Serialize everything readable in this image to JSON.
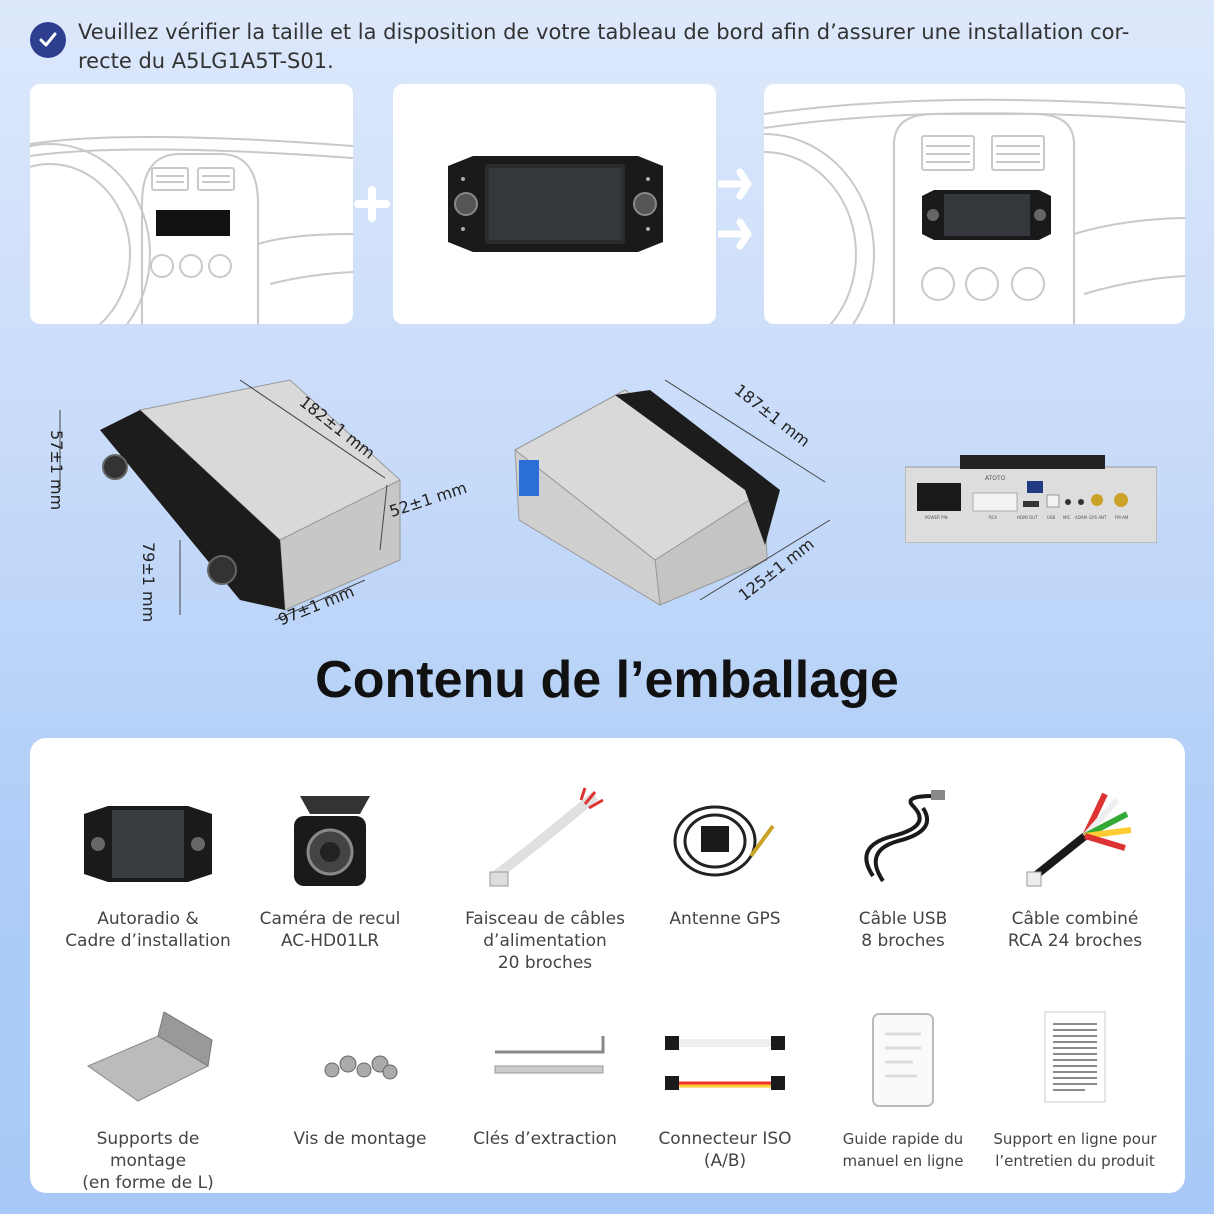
{
  "notice": {
    "line1": "Veuillez vérifier la taille et la disposition de votre tableau de bord afin d’assurer une installation cor-",
    "line2": "recte du A5LG1A5T-S01."
  },
  "dimensions": {
    "front_height": "57±1 mm",
    "length_left": "182±1 mm",
    "depth_right": "52±1 mm",
    "front_lower": "79±1 mm",
    "bottom_width": "97±1 mm",
    "length_right": "187±1 mm",
    "width_right": "125±1 mm"
  },
  "rear_panel": {
    "brand": "ATOTO",
    "ports": [
      "POWER PIN",
      "RCA",
      "HDMI OUT",
      "USB",
      "MIC",
      "ADAM",
      "GPS ANT",
      "FM-AM"
    ]
  },
  "section_title": "Contenu de l’emballage",
  "items": [
    {
      "lines": [
        "Autoradio &",
        "Cadre d’installation"
      ],
      "icon": "radio-icon"
    },
    {
      "lines": [
        "Caméra de recul",
        "AC-HD01LR"
      ],
      "icon": "camera-icon"
    },
    {
      "lines": [
        "Faisceau de câbles",
        "d’alimentation",
        "20 broches"
      ],
      "icon": "harness-icon"
    },
    {
      "lines": [
        "Antenne GPS"
      ],
      "icon": "gps-antenna-icon"
    },
    {
      "lines": [
        "Câble USB",
        "8 broches"
      ],
      "icon": "usb-cable-icon"
    },
    {
      "lines": [
        "Câble combiné",
        "RCA 24 broches"
      ],
      "icon": "rca-cable-icon"
    },
    {
      "lines": [
        "Supports de montage",
        "(en forme de L)"
      ],
      "icon": "bracket-icon"
    },
    {
      "lines": [
        "Vis de montage"
      ],
      "icon": "screws-icon"
    },
    {
      "lines": [
        "Clés d’extraction"
      ],
      "icon": "keys-icon"
    },
    {
      "lines": [
        "Connecteur ISO (A/B)"
      ],
      "icon": "iso-connector-icon"
    },
    {
      "lines": [
        "Guide rapide du",
        "manuel en ligne"
      ],
      "icon": "quick-guide-icon"
    },
    {
      "lines": [
        "Support en ligne pour",
        "l’entretien du produit"
      ],
      "icon": "online-support-icon"
    }
  ]
}
